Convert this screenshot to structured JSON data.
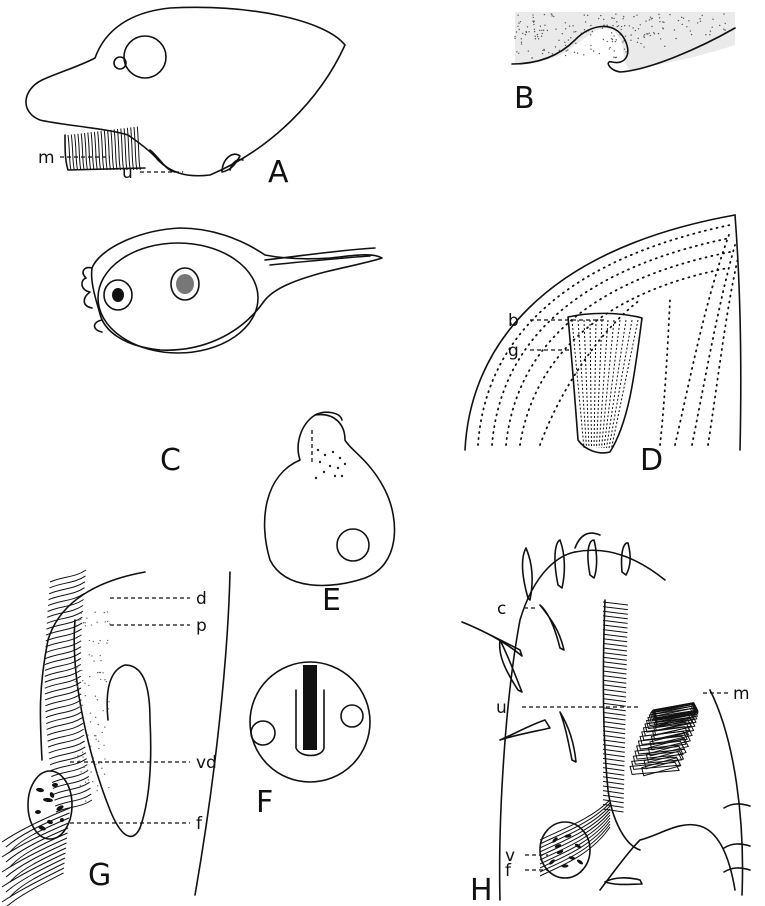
{
  "figures": {
    "A": {
      "letter": "A",
      "labels": {
        "m": "m",
        "u": "u"
      }
    },
    "B": {
      "letter": "B"
    },
    "C": {
      "letter": "C"
    },
    "D": {
      "letter": "D",
      "labels": {
        "b": "b",
        "g": "g"
      }
    },
    "E": {
      "letter": "E"
    },
    "F": {
      "letter": "F"
    },
    "G": {
      "letter": "G",
      "labels": {
        "d": "d",
        "p": "p",
        "vd": "vd",
        "f": "f"
      }
    },
    "H": {
      "letter": "H",
      "labels": {
        "c": "c",
        "u": "u",
        "m": "m",
        "v": "v",
        "f": "f"
      }
    }
  }
}
